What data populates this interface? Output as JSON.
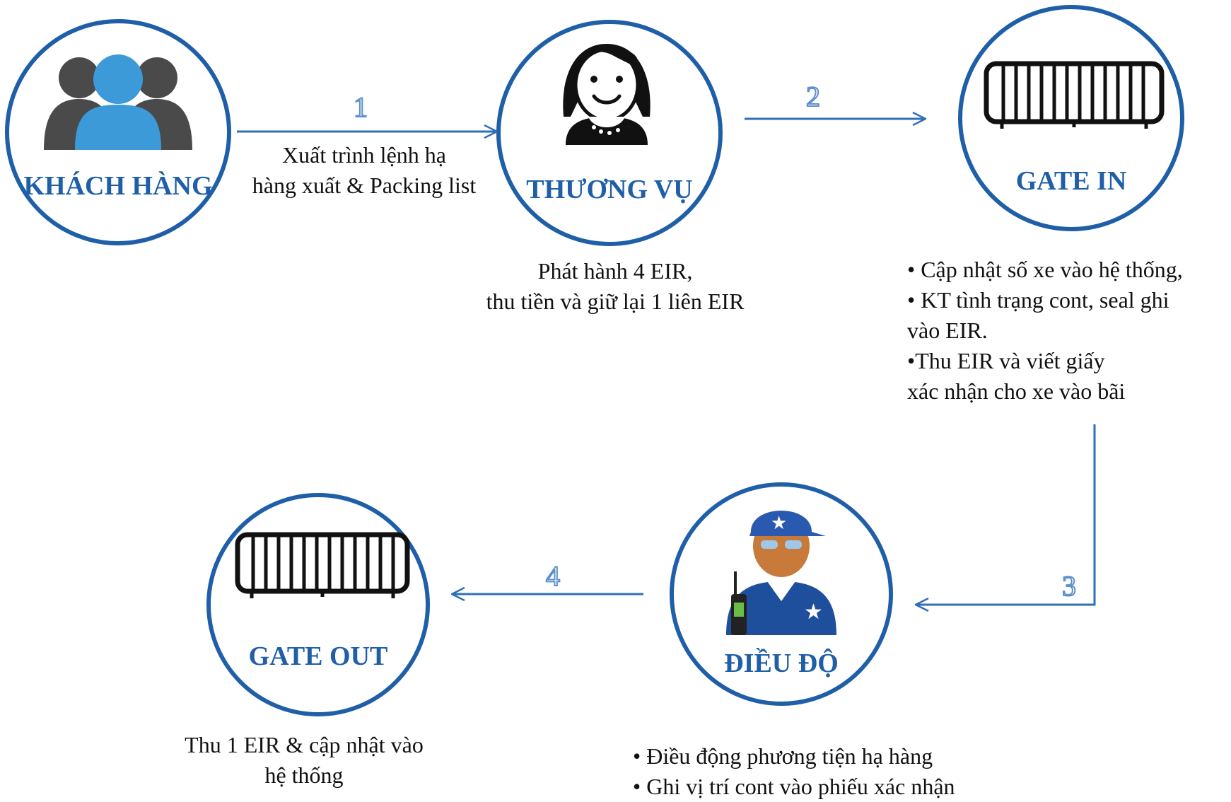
{
  "colors": {
    "circle": "#1f5fa8",
    "arrow": "#2f6fb8",
    "label": "#1f5fa8",
    "step": "#5b8fd0"
  },
  "nodes": {
    "khach_hang": {
      "label": "KHÁCH HÀNG",
      "icon": "customer-group-icon"
    },
    "thuong_vu": {
      "label": "THƯƠNG VỤ",
      "icon": "woman-clerk-icon"
    },
    "gate_in": {
      "label": "GATE IN",
      "icon": "barrier-gate-icon"
    },
    "dieu_do": {
      "label": "ĐIỀU ĐỘ",
      "icon": "security-guard-icon"
    },
    "gate_out": {
      "label": "GATE OUT",
      "icon": "barrier-gate-icon"
    }
  },
  "steps": [
    {
      "number": "1",
      "text": [
        "Xuất trình lệnh hạ",
        "hàng xuất & Packing list"
      ]
    },
    {
      "number": "2"
    },
    {
      "number": "3"
    },
    {
      "number": "4"
    }
  ],
  "notes": {
    "thuong_vu": [
      "Phát hành 4 EIR,",
      "thu tiền và giữ lại 1 liên EIR"
    ],
    "gate_in": [
      "• Cập nhật số xe vào hệ thống,",
      "• KT tình trạng cont, seal ghi",
      "vào EIR.",
      "•Thu EIR và viết giấy",
      "xác nhận cho xe vào bãi"
    ],
    "dieu_do": [
      "• Điều động phương tiện hạ hàng",
      "• Ghi vị trí cont vào phiếu xác nhận"
    ],
    "gate_out": [
      "Thu 1 EIR & cập nhật vào",
      "hệ thống"
    ]
  }
}
